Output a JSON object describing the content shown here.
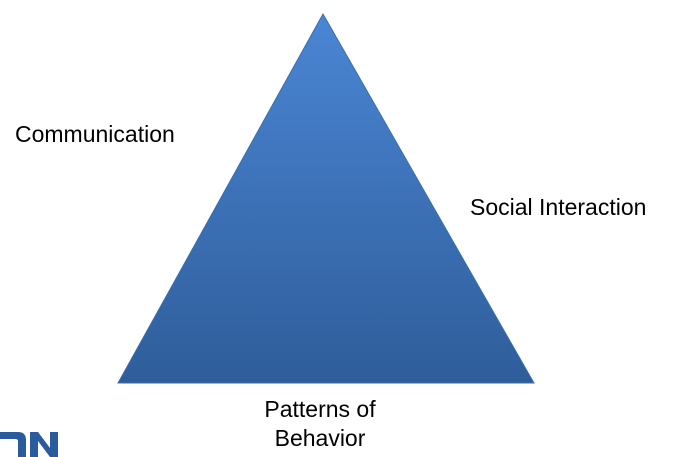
{
  "diagram": {
    "shape": "triangle",
    "gradient": {
      "top": "#4a86d4",
      "bottom": "#2f5d9a"
    },
    "edge_labels": {
      "left": "Communication",
      "right": "Social Interaction",
      "bottom_line1": "Patterns of",
      "bottom_line2": "Behavior"
    }
  },
  "corner_fragment": {
    "color": "#2a5b9c"
  }
}
